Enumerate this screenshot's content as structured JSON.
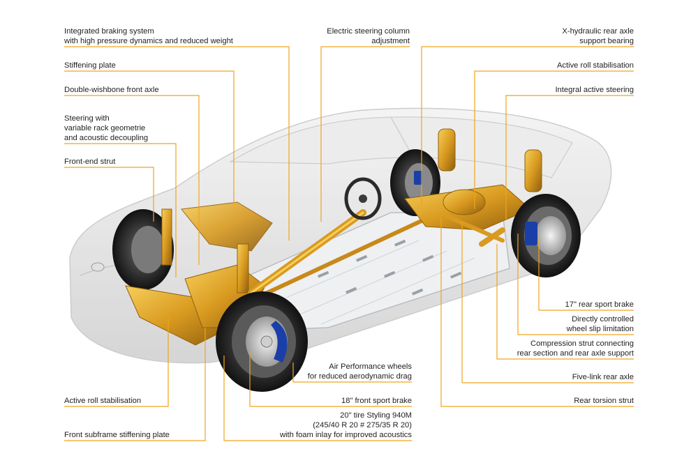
{
  "colors": {
    "leader": "#f0a41e",
    "frame": "#d9a22a",
    "gold": "#d99a20",
    "gold_dark": "#9a6a10",
    "body": "#e2e2e2",
    "tire": "#2a2a2a",
    "caliper": "#1b3fa8",
    "text": "#1e1e1e"
  },
  "labels": {
    "integrated_braking": [
      "Integrated braking system",
      "with high pressure dynamics and reduced weight"
    ],
    "stiffening_plate": [
      "Stiffening plate"
    ],
    "double_wishbone": [
      "Double-wishbone front axle"
    ],
    "steering_variable": [
      "Steering with",
      "variable rack geometrie",
      "and acoustic decoupling"
    ],
    "front_end_strut": [
      "Front-end strut"
    ],
    "active_roll_left": [
      "Active roll stabilisation"
    ],
    "front_subframe": [
      "Front subframe stiffening plate"
    ],
    "electric_steering": [
      "Electric steering column",
      "adjustment"
    ],
    "air_performance": [
      "Air Performance wheels",
      "for reduced aerodynamic drag"
    ],
    "front_sport_brake": [
      "18\" front sport brake"
    ],
    "tire_styling": [
      "20\" tire Styling 940M",
      "(245/40 R 20 # 275/35 R 20)",
      "with foam inlay for improved acoustics"
    ],
    "x_hydraulic": [
      "X-hydraulic rear axle",
      "support bearing"
    ],
    "active_roll_right": [
      "Active roll stabilisation"
    ],
    "integral_steering": [
      "Integral active steering"
    ],
    "rear_sport_brake": [
      "17\" rear sport brake"
    ],
    "wheel_slip": [
      "Directly controlled",
      "wheel slip limitation"
    ],
    "compression_strut": [
      "Compression strut connecting",
      "rear section and rear axle support"
    ],
    "five_link": [
      "Five-link rear axle"
    ],
    "rear_torsion": [
      "Rear torsion strut"
    ]
  }
}
